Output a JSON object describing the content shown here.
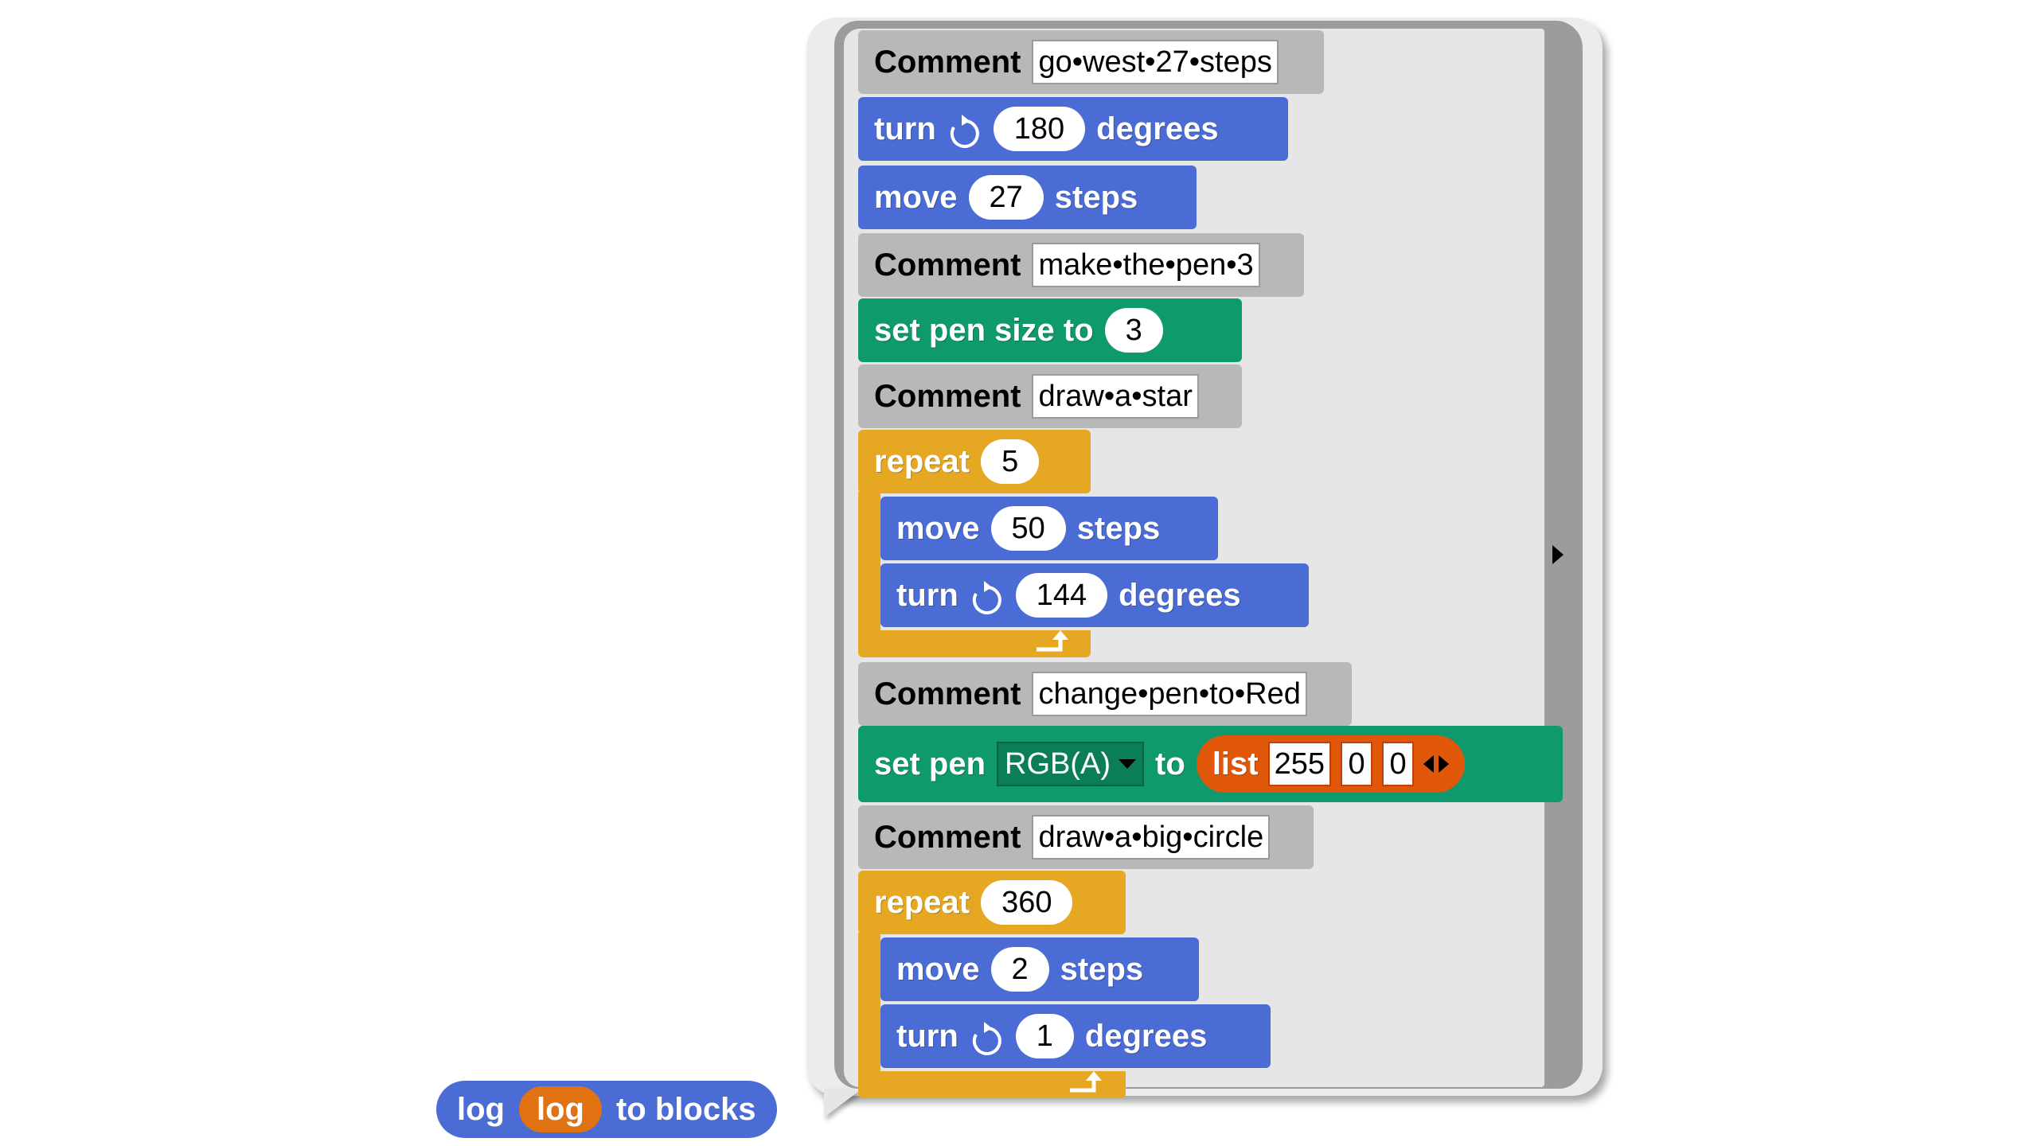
{
  "script": {
    "c1": {
      "label": "Comment",
      "text": "go•west•27•steps"
    },
    "turn1": {
      "label": "turn",
      "value": "180",
      "suffix": "degrees"
    },
    "move1": {
      "label": "move",
      "value": "27",
      "suffix": "steps"
    },
    "c2": {
      "label": "Comment",
      "text": "make•the•pen•3"
    },
    "pensize": {
      "label": "set pen size to",
      "value": "3"
    },
    "c3": {
      "label": "Comment",
      "text": "draw•a•star"
    },
    "repeat1": {
      "label": "repeat",
      "value": "5"
    },
    "move2": {
      "label": "move",
      "value": "50",
      "suffix": "steps"
    },
    "turn2": {
      "label": "turn",
      "value": "144",
      "suffix": "degrees"
    },
    "c4": {
      "label": "Comment",
      "text": "change•pen•to•Red"
    },
    "setpen": {
      "label": "set pen",
      "dropdown": "RGB(A)",
      "to": "to",
      "list_label": "list",
      "items": [
        "255",
        "0",
        "0"
      ]
    },
    "c5": {
      "label": "Comment",
      "text": "draw•a•big•circle"
    },
    "repeat2": {
      "label": "repeat",
      "value": "360"
    },
    "move3": {
      "label": "move",
      "value": "2",
      "suffix": "steps"
    },
    "turn3": {
      "label": "turn",
      "value": "1",
      "suffix": "degrees"
    }
  },
  "log_block": {
    "label": "log",
    "var": "log",
    "suffix": "to blocks"
  },
  "colors": {
    "motion": "#4a6cd4",
    "pen": "#0e9a6c",
    "control": "#e6a822",
    "comment": "#b8b8b8",
    "list": "#e0570a",
    "variable": "#e07212"
  }
}
